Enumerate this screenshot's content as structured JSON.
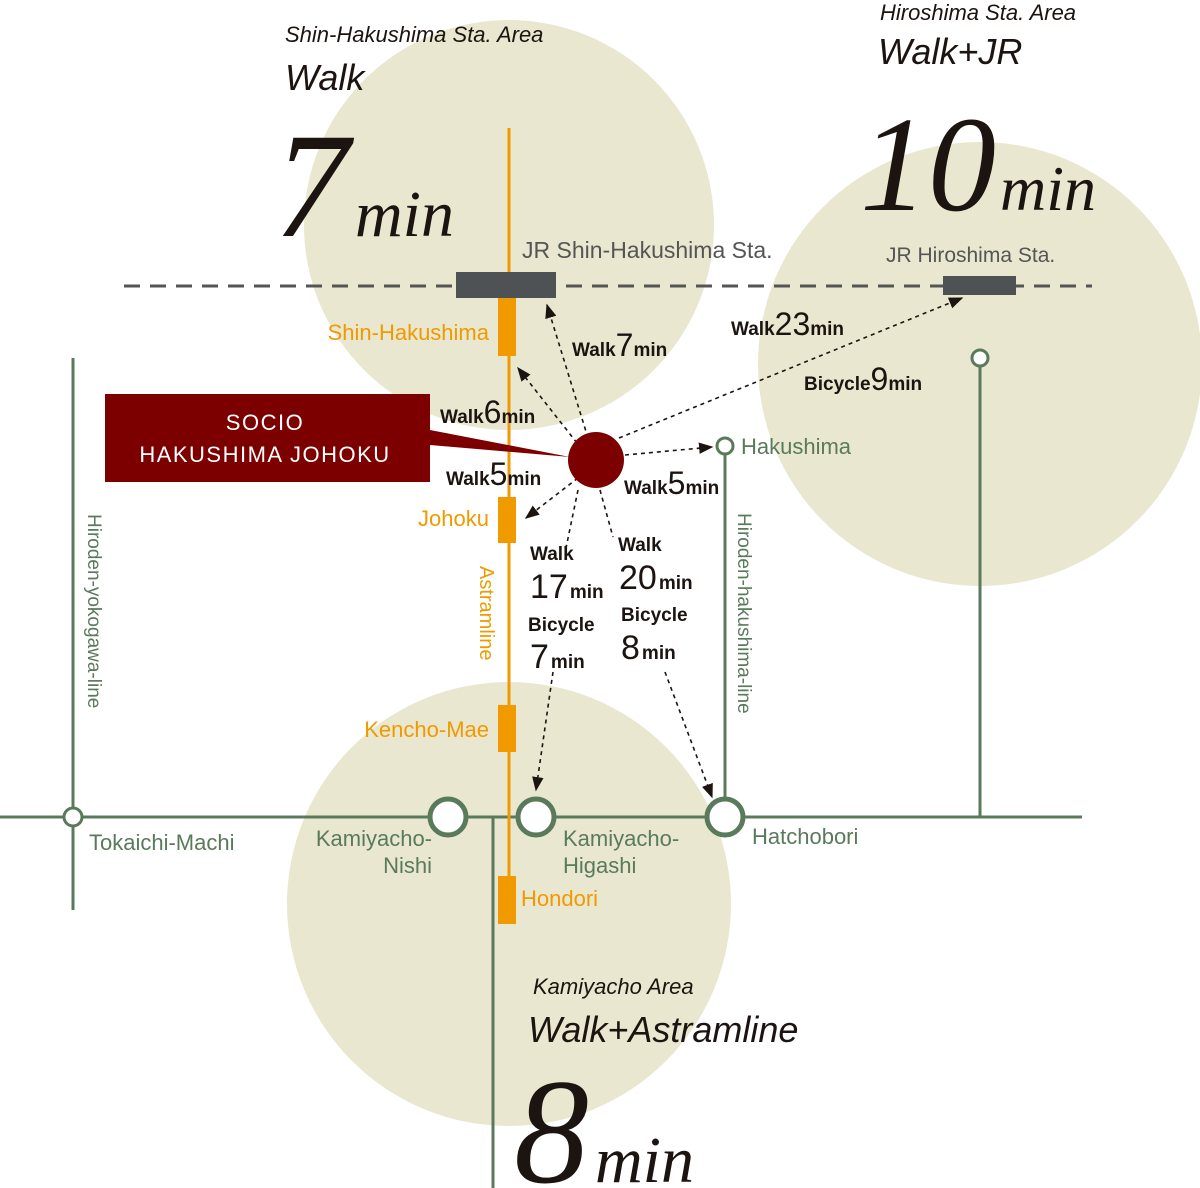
{
  "colors": {
    "area_circle": "#e9e7cf",
    "astramline": "#f09a00",
    "hiroden": "#5a7a5c",
    "jr_line": "#555555",
    "jr_station": "#4f5254",
    "property": "#7d0000",
    "text_dark": "#1c1410",
    "text_grey": "#555555"
  },
  "areas": {
    "shin_hakushima": {
      "caption": "Shin-Hakushima Sta. Area",
      "mode": "Walk",
      "number": "7",
      "unit": "min"
    },
    "hiroshima": {
      "caption": "Hiroshima Sta. Area",
      "mode": "Walk+JR",
      "number": "10",
      "unit": "min"
    },
    "kamiyacho": {
      "caption": "Kamiyacho Area",
      "mode": "Walk+Astramline",
      "number": "8",
      "unit": "min"
    }
  },
  "jr_stations": {
    "shin_hakushima": "JR Shin-Hakushima Sta.",
    "hiroshima": "JR Hiroshima Sta."
  },
  "astramline": {
    "line_name": "Astramline",
    "stations": [
      "Shin-Hakushima",
      "Johoku",
      "Kencho-Mae",
      "Hondori"
    ]
  },
  "hiroden": {
    "yokogawa_line": "Hiroden-yokogawa-line",
    "hakushima_line": "Hiroden-hakushima-line",
    "stops": {
      "tokaichi": "Tokaichi-Machi",
      "kamiyacho_nishi_1": "Kamiyacho-",
      "kamiyacho_nishi_2": "Nishi",
      "kamiyacho_higashi_1": "Kamiyacho-",
      "kamiyacho_higashi_2": "Higashi",
      "hatchobori": "Hatchobori",
      "hakushima": "Hakushima"
    }
  },
  "property": {
    "line1": "SOCIO",
    "line2": "HAKUSHIMA JOHOKU"
  },
  "routes": {
    "to_jr_shin_hakushima": {
      "mode": "Walk",
      "number": "7",
      "unit": "min"
    },
    "to_astram_shin_hakushima": {
      "mode": "Walk",
      "number": "6",
      "unit": "min"
    },
    "to_johoku": {
      "mode": "Walk",
      "number": "5",
      "unit": "min"
    },
    "to_hakushima": {
      "mode": "Walk",
      "number": "5",
      "unit": "min"
    },
    "to_jr_hiroshima": {
      "mode": "Walk",
      "number": "23",
      "unit": "min",
      "bike_mode": "Bicycle",
      "bike_number": "9",
      "bike_unit": "min"
    },
    "to_kamiyacho_higashi": {
      "mode": "Walk",
      "number": "17",
      "unit": "min",
      "bike_mode": "Bicycle",
      "bike_number": "7",
      "bike_unit": "min"
    },
    "to_hatchobori": {
      "mode": "Walk",
      "number": "20",
      "unit": "min",
      "bike_mode": "Bicycle",
      "bike_number": "8",
      "bike_unit": "min"
    }
  }
}
